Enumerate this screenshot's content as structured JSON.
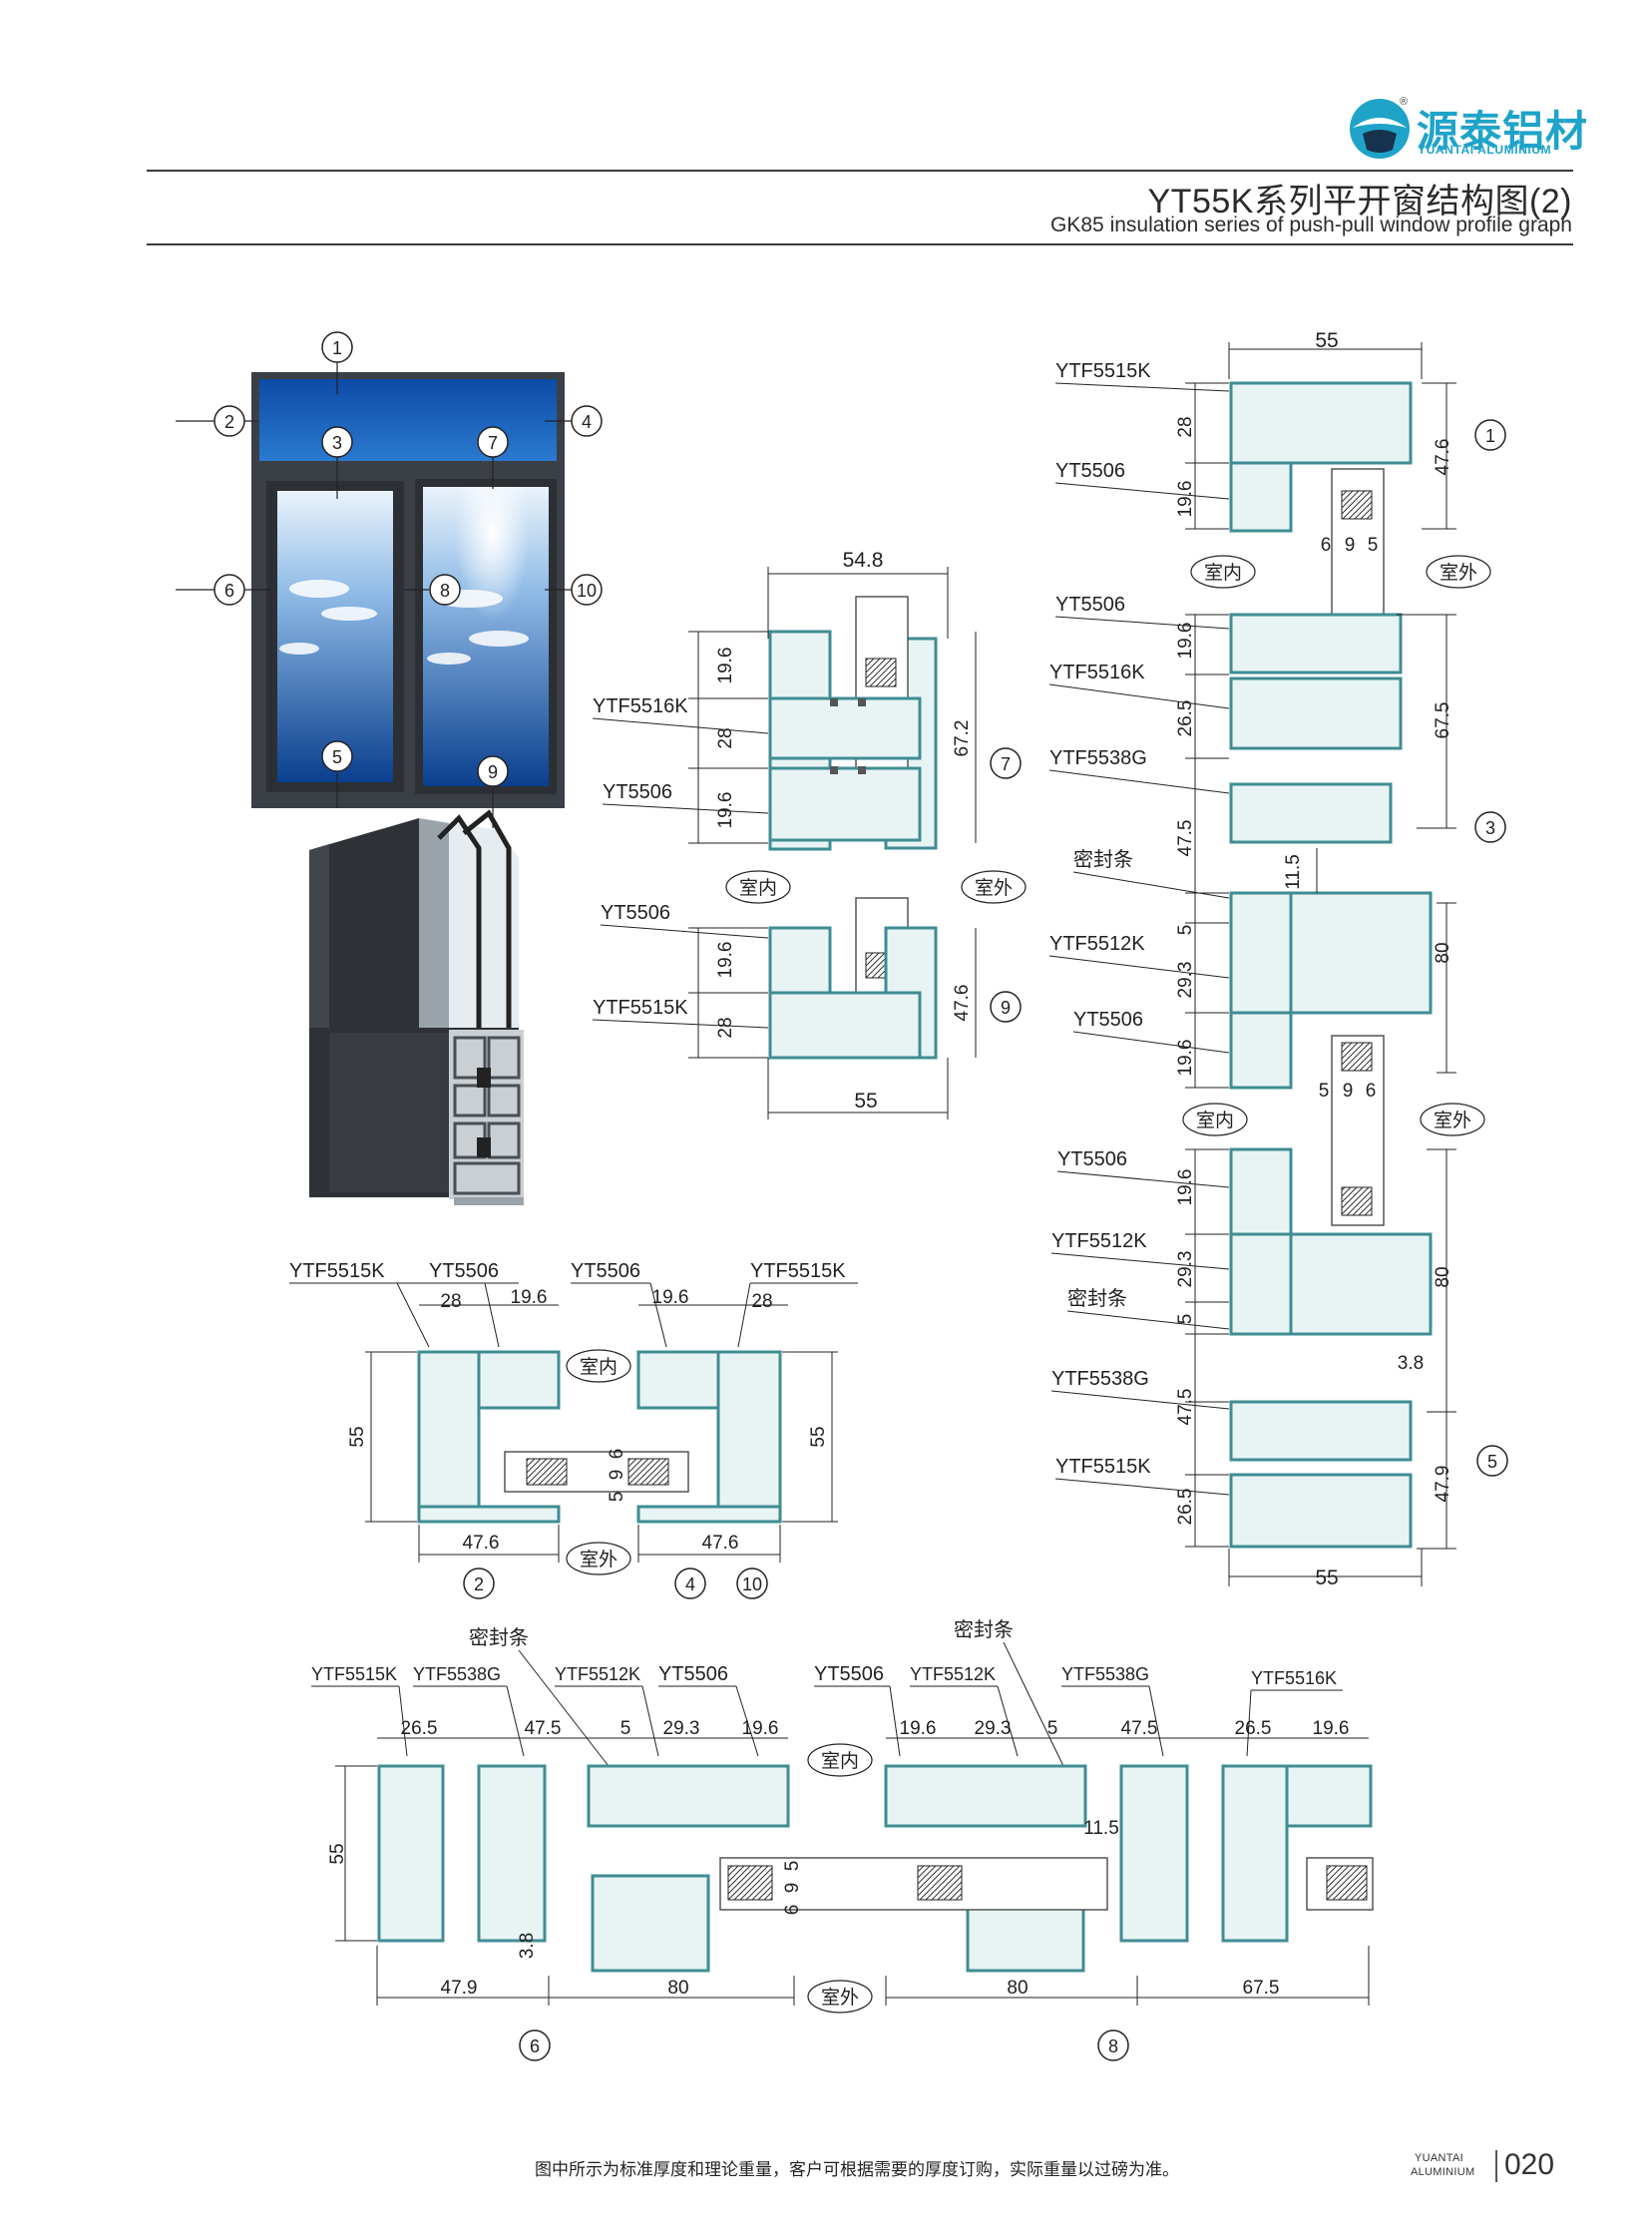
{
  "brand": {
    "name_cn": "源泰铝材",
    "name_en": "YUANTAI ALUMINIUM",
    "reg_mark": "®"
  },
  "header": {
    "title_cn": "YT55K系列平开窗结构图(2)",
    "title_en": "GK85 insulation series of push-pull window profile graph"
  },
  "colors": {
    "accent": "#1fa3c9",
    "window_frame": "#3b4046",
    "profile_fill": "#e8f4f4",
    "profile_stroke": "#3f8d93",
    "glass_blue": "#1b5fb0"
  },
  "window_callouts": [
    "1",
    "2",
    "3",
    "4",
    "5",
    "6",
    "7",
    "8",
    "9",
    "10"
  ],
  "labels": {
    "inside": "室内",
    "outside": "室外",
    "seal": "密封条"
  },
  "profiles": {
    "p5515k": "YTF5515K",
    "p5506": "YT5506",
    "p5516k": "YTF5516K",
    "p5538g": "YTF5538G",
    "p5512k": "YTF5512K"
  },
  "dims": {
    "d54_8": "54.8",
    "d55": "55",
    "d19_6": "19.6",
    "d28": "28",
    "d67_2": "67.2",
    "d47_6": "47.6",
    "d6": "6",
    "d9": "9",
    "d5": "5",
    "d26_5": "26.5",
    "d67_5": "67.5",
    "d47_5": "47.5",
    "d11_5": "11.5",
    "d29_3": "29.3",
    "d80": "80",
    "d3_8": "3.8",
    "d47_9": "47.9"
  },
  "footer": {
    "note": "图中所示为标准厚度和理论重量，客户可根据需要的厚度订购，实际重量以过磅为准。",
    "brand_line1": "YUANTAI",
    "brand_line2": "ALUMINIUM",
    "page_number": "020"
  }
}
